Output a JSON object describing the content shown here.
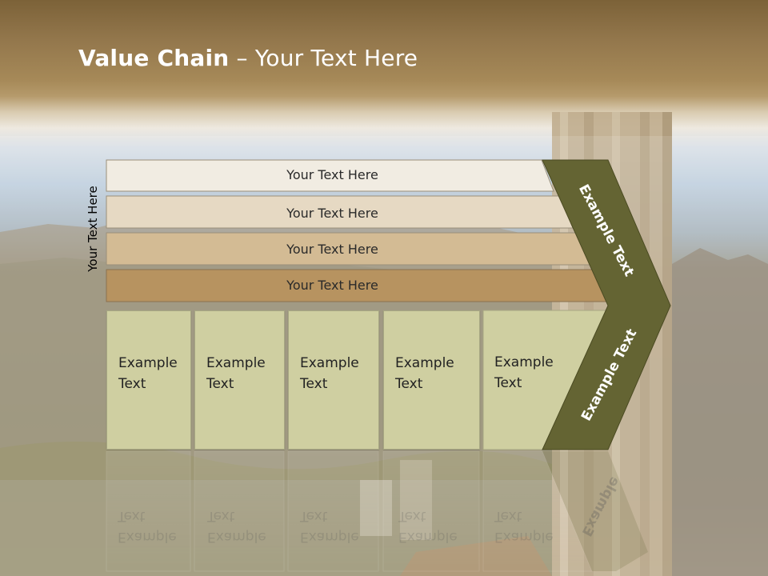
{
  "title": {
    "bold": "Value Chain",
    "rest": " – Your Text Here"
  },
  "side_label": "Your Text Here",
  "rows": [
    {
      "label": "Your Text Here",
      "color": "#f1ece2"
    },
    {
      "label": "Your Text Here",
      "color": "#e6d9c3"
    },
    {
      "label": "Your Text Here",
      "color": "#d3bb94"
    },
    {
      "label": "Your Text Here",
      "color": "#b79360"
    }
  ],
  "cells": [
    {
      "line1": "Example",
      "line2": "Text"
    },
    {
      "line1": "Example",
      "line2": "Text"
    },
    {
      "line1": "Example",
      "line2": "Text"
    },
    {
      "line1": "Example",
      "line2": "Text"
    },
    {
      "line1": "Example",
      "line2": "Text"
    }
  ],
  "chevron": {
    "upper": "Example Text",
    "lower": "Example Text",
    "color": "#646433"
  },
  "reflection": {
    "chevron_text": "Example",
    "cell_line1": "Example",
    "cell_line2": "Text"
  }
}
